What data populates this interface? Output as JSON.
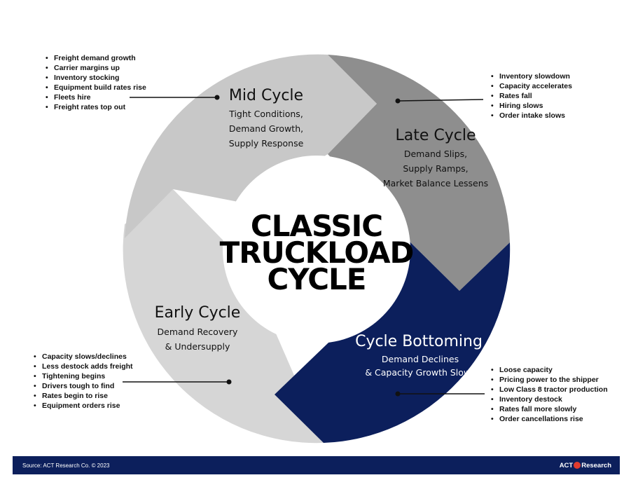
{
  "center": {
    "line1": "CLASSIC",
    "line2": "TRUCKLOAD",
    "line3": "CYCLE"
  },
  "segments": {
    "mid": {
      "title": "Mid Cycle",
      "sub1": "Tight Conditions,",
      "sub2": "Demand Growth,",
      "sub3": "Supply Response",
      "color": "#c8c8c8"
    },
    "late": {
      "title": "Late Cycle",
      "sub1": "Demand Slips,",
      "sub2": "Supply Ramps,",
      "sub3": "Market Balance Lessens",
      "color": "#8e8e8e"
    },
    "bottom": {
      "title": "Cycle Bottoming",
      "sub1": "Demand Declines",
      "sub2": "& Capacity Growth Slows",
      "color": "#0c1f5c"
    },
    "early": {
      "title": "Early Cycle",
      "sub1": "Demand Recovery",
      "sub2": "& Undersupply",
      "color": "#d6d6d6"
    }
  },
  "bullets": {
    "mid": [
      "Freight demand growth",
      "Carrier margins up",
      "Inventory stocking",
      "Equipment build rates rise",
      "Fleets hire",
      "Freight rates top out"
    ],
    "late": [
      "Inventory slowdown",
      "Capacity accelerates",
      "Rates fall",
      "Hiring slows",
      "Order intake slows"
    ],
    "early": [
      "Capacity slows/declines",
      "Less destock adds freight",
      "Tightening begins",
      "Drivers tough to find",
      "Rates begin to rise",
      "Equipment orders rise"
    ],
    "bottom": [
      "Loose capacity",
      "Pricing power to the shipper",
      "Low Class 8 tractor production",
      "Inventory destock",
      "Rates fall more slowly",
      "Order cancellations rise"
    ]
  },
  "footer": {
    "source": "Source: ACT Research Co. © 2023",
    "logo_left": "ACT",
    "logo_right": "Research"
  }
}
